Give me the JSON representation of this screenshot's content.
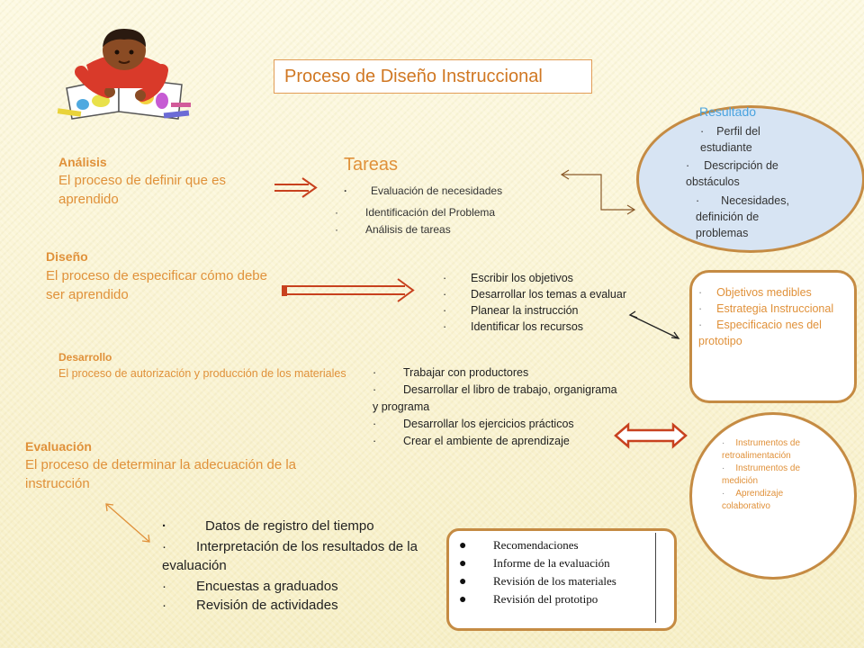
{
  "title": "Proceso de Diseño Instruccional",
  "analisis": {
    "heading": "Análisis",
    "desc": "El proceso de definir que es aprendido"
  },
  "tareas": {
    "heading": "Tareas",
    "items": [
      "Evaluación de necesidades",
      "Identificación del Problema",
      "Análisis de tareas"
    ]
  },
  "resultado": {
    "heading": "Resultado",
    "items": [
      "Perfil del estudiante",
      "Descripción de obstáculos",
      "Necesidades, definición de problemas"
    ]
  },
  "diseno": {
    "heading": "Diseño",
    "desc": "El proceso de especificar cómo debe ser aprendido",
    "items": [
      "Escribir los objetivos",
      "Desarrollar los temas a evaluar",
      "Planear la instrucción",
      "Identificar los recursos"
    ],
    "outputs": [
      "Objetivos medibles",
      "Estrategia Instruccional",
      "Especificacio nes del prototipo"
    ]
  },
  "desarrollo": {
    "heading": "Desarrollo",
    "desc": "El proceso de autorización y producción de los materiales",
    "items": [
      "Trabajar con productores",
      "Desarrollar el libro de trabajo, organigrama y programa",
      "Desarrollar los ejercicios prácticos",
      "Crear el ambiente de aprendizaje"
    ],
    "outputs": [
      "Instrumentos de retroalimentación",
      "Instrumentos de medición",
      "Aprendizaje colaborativo"
    ]
  },
  "evaluacion": {
    "heading": "Evaluación",
    "desc": "El proceso de determinar la adecuación de la instrucción",
    "items": [
      "Datos de registro del tiempo",
      "Interpretación de los resultados de la evaluación",
      "Encuestas a graduados",
      "Revisión de actividades"
    ],
    "outputs": [
      "Recomendaciones",
      "Informe de la evaluación",
      "Revisión de los materiales",
      "Revisión del prototipo"
    ]
  },
  "bullet_symbol": "·",
  "colors": {
    "accent_orange": "#e0913a",
    "border_brown": "#c58b43",
    "resultado_blue": "#4aa3df",
    "oval_fill": "#d7e4f3"
  },
  "illustration": "child-drawing-clipart"
}
